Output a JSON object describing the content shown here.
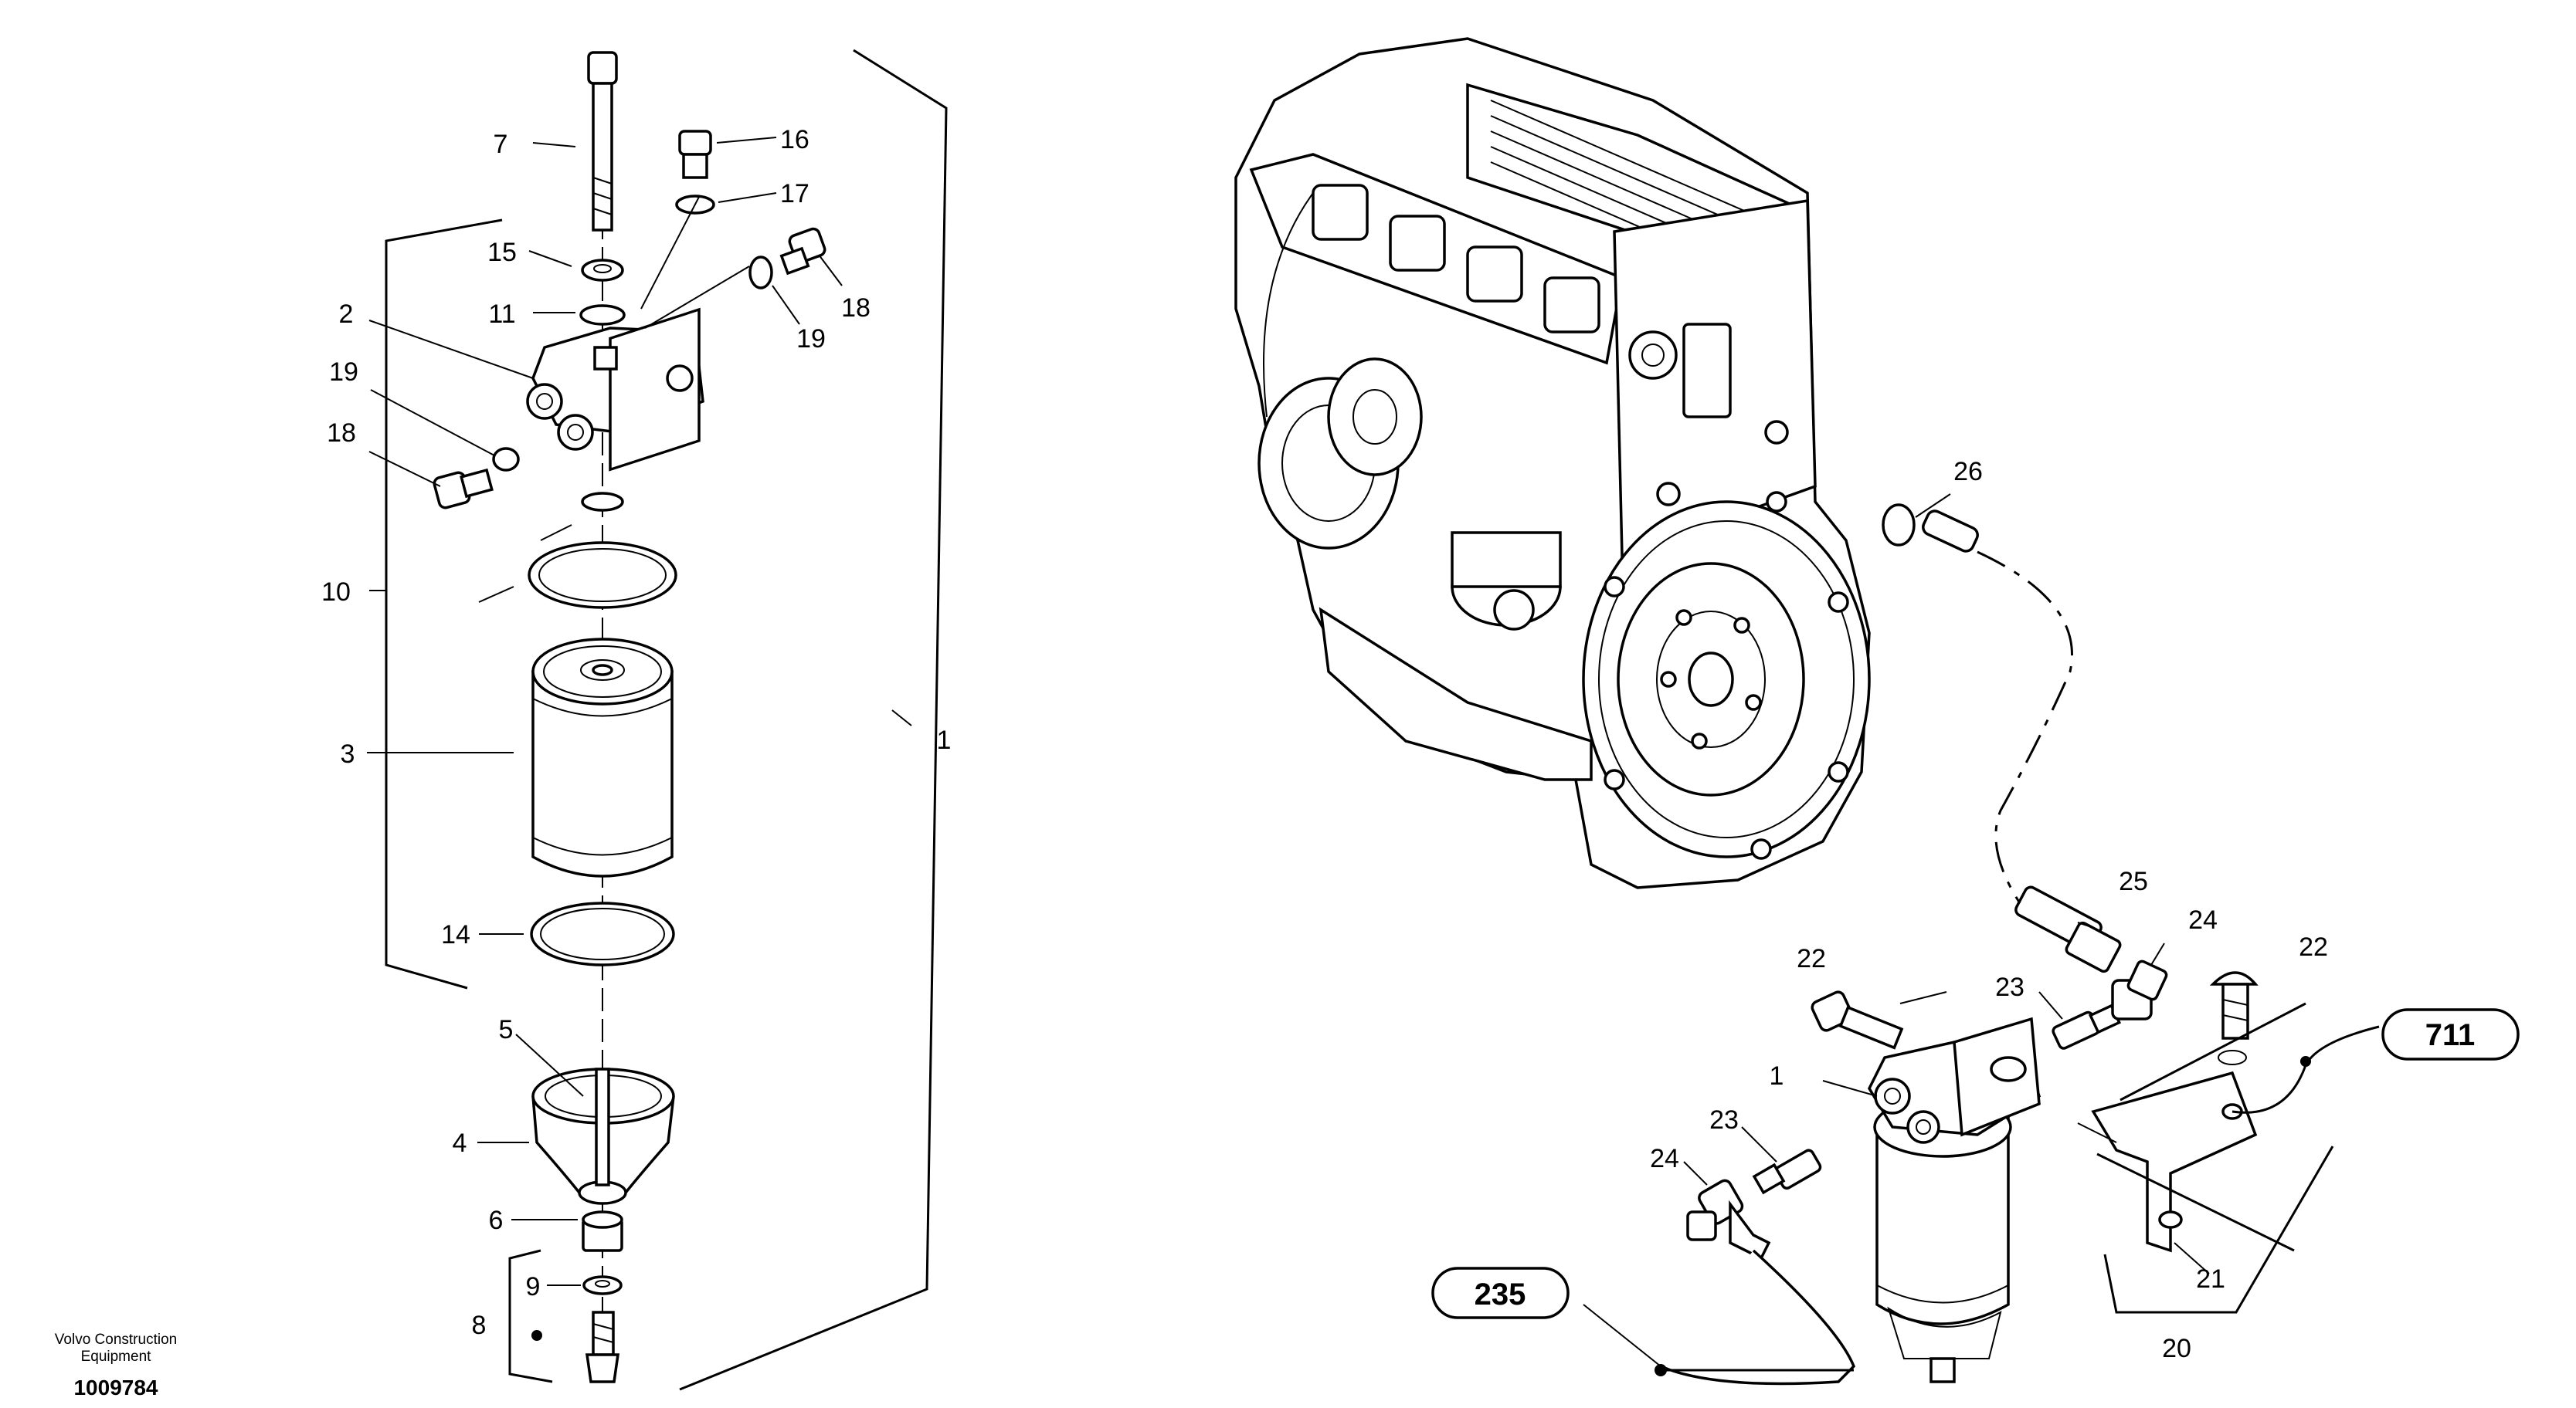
{
  "labels": {
    "n1": "1",
    "n2": "2",
    "n3": "3",
    "n4": "4",
    "n5": "5",
    "n6": "6",
    "n7": "7",
    "n8": "8",
    "n9": "9",
    "n10": "10",
    "n11": "11",
    "n14": "14",
    "n15": "15",
    "n16": "16",
    "n17": "17",
    "n18": "18",
    "n19": "19",
    "n20": "20",
    "n21": "21",
    "n22": "22",
    "n23": "23",
    "n24": "24",
    "n25": "25",
    "n26": "26"
  },
  "references": {
    "r711": "711",
    "r235": "235"
  },
  "footer": {
    "brand_line1": "Volvo Construction",
    "brand_line2": "Equipment",
    "part_number": "1009784"
  }
}
